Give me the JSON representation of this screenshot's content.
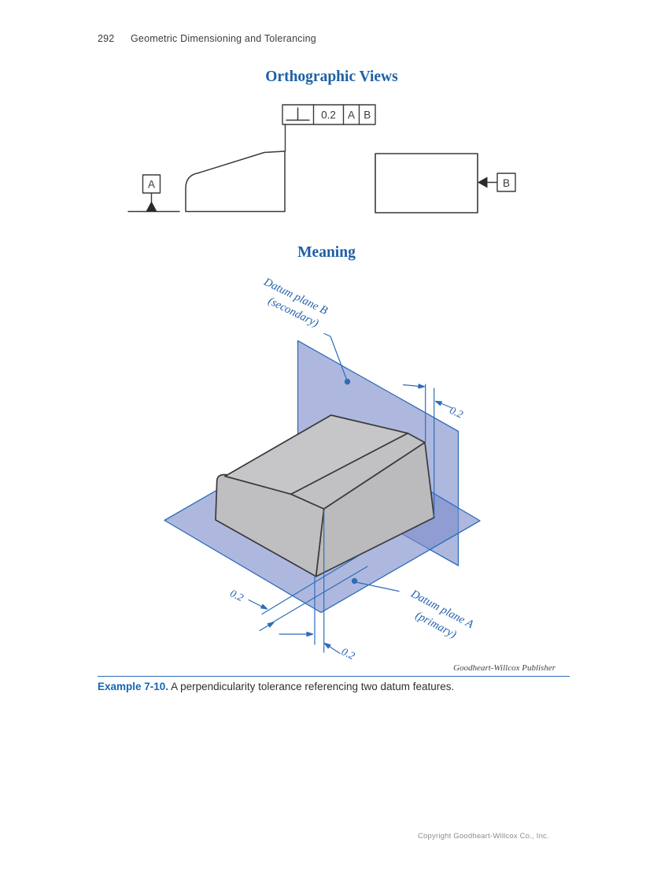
{
  "page": {
    "number": "292",
    "running_title": "Geometric Dimensioning and Tolerancing",
    "footer_copyright": "Copyright Goodheart-Willcox Co., Inc."
  },
  "headings": {
    "orthographic": "Orthographic Views",
    "meaning": "Meaning"
  },
  "ortho": {
    "fcf": {
      "symbol": "perpendicularity",
      "tolerance": "0.2",
      "datum_primary": "A",
      "datum_secondary": "B"
    },
    "datum_a_label": "A",
    "datum_b_label": "B"
  },
  "meaning": {
    "plane_b_label_line1": "Datum plane B",
    "plane_b_label_line2": "(secondary)",
    "plane_a_label_line1": "Datum plane A",
    "plane_a_label_line2": "(primary)",
    "tolerance_top": "0.2",
    "tolerance_left": "0.2",
    "tolerance_bottom": "0.2"
  },
  "credit": "Goodheart-Willcox Publisher",
  "caption": {
    "label": "Example 7-10.",
    "text": "A perpendicularity tolerance referencing two datum features."
  },
  "colors": {
    "accent_blue": "#2e6db8",
    "heading_blue": "#1d5fa6",
    "caption_blue": "#1268b6",
    "plane_fill": "#aab4dd",
    "part_gray": "#c2c2c4"
  }
}
